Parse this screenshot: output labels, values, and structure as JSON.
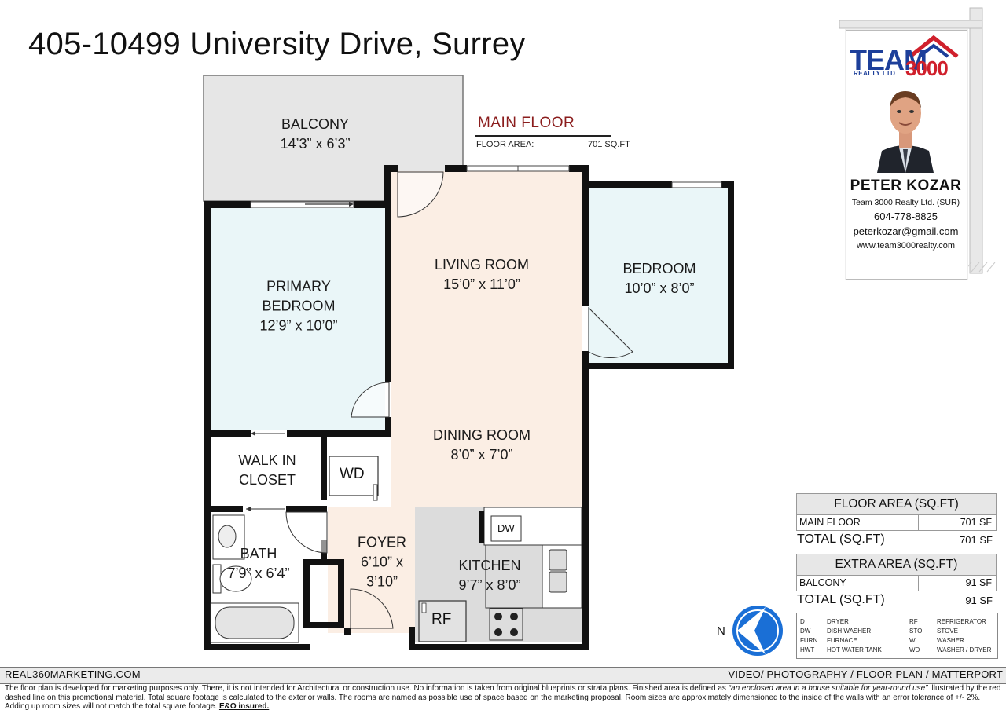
{
  "title": "405-10499 University Drive, Surrey",
  "floor": {
    "name": "MAIN FLOOR",
    "area_label": "FLOOR AREA:",
    "area_value": "701 SQ.FT"
  },
  "rooms": {
    "balcony": {
      "name": "BALCONY",
      "dims": "14’3” x 6’3”"
    },
    "primary_bedroom": {
      "name1": "PRIMARY",
      "name2": "BEDROOM",
      "dims": "12’9” x 10’0”"
    },
    "living_room": {
      "name": "LIVING ROOM",
      "dims": "15’0” x 11’0”"
    },
    "bedroom": {
      "name": "BEDROOM",
      "dims": "10’0” x 8’0”"
    },
    "dining_room": {
      "name": "DINING ROOM",
      "dims": "8’0” x 7’0”"
    },
    "walk_in_closet": {
      "name1": "WALK IN",
      "name2": "CLOSET"
    },
    "bath": {
      "name": "BATH",
      "dims": "7’9” x 6’4”"
    },
    "foyer": {
      "name": "FOYER",
      "dims1": "6’10” x",
      "dims2": "3’10”"
    },
    "kitchen": {
      "name": "KITCHEN",
      "dims": "9’7” x 8’0”"
    }
  },
  "fixtures": {
    "wd": "WD",
    "dw": "DW",
    "rf": "RF"
  },
  "compass": {
    "label": "N"
  },
  "agent": {
    "brand_team": "TEAM",
    "brand_number": "3000",
    "brand_realty": "REALTY LTD",
    "name": "PETER KOZAR",
    "company": "Team 3000 Realty Ltd. (SUR)",
    "phone": "604-778-8825",
    "email": "peterkozar@gmail.com",
    "website": "www.team3000realty.com"
  },
  "floor_area_table": {
    "header": "FLOOR AREA (SQ.FT)",
    "rows": [
      {
        "label": "MAIN FLOOR",
        "value": "701 SF"
      }
    ],
    "total_label": "TOTAL (SQ.FT)",
    "total_value": "701 SF"
  },
  "extra_area_table": {
    "header": "EXTRA AREA (SQ.FT)",
    "rows": [
      {
        "label": "BALCONY",
        "value": "91 SF"
      }
    ],
    "total_label": "TOTAL (SQ.FT)",
    "total_value": "91 SF"
  },
  "legend": [
    {
      "code": "D",
      "meaning": "DRYER"
    },
    {
      "code": "DW",
      "meaning": "DISH WASHER"
    },
    {
      "code": "FURN",
      "meaning": "FURNACE"
    },
    {
      "code": "HWT",
      "meaning": "HOT WATER TANK"
    },
    {
      "code": "RF",
      "meaning": "REFRIGERATOR"
    },
    {
      "code": "STO",
      "meaning": "STOVE"
    },
    {
      "code": "W",
      "meaning": "WASHER"
    },
    {
      "code": "WD",
      "meaning": "WASHER / DRYER"
    }
  ],
  "footer": {
    "left": "REAL360MARKETING.COM",
    "right": "VIDEO/ PHOTOGRAPHY / FLOOR PLAN / MATTERPORT",
    "disclaimer_a": "The floor plan is developed for marketing purposes only. There, it is not intended for Architectural or construction use. No information is  taken from original blueprints or strata plans. Finished area is defined as ",
    "disclaimer_quote": "“an enclosed area in a house suitable for year-round use”",
    "disclaimer_b": " illustrated by the red dashed line on this promotional material. Total square footage is calculated to the exterior walls. The rooms are named as possible use of space based on the marketing proposal. Room sizes are approximately dimensioned to the inside of the walls with an error tolerance of +/- 2%. Adding up room sizes will not match the total square footage. ",
    "disclaimer_eo": "E&O insured."
  },
  "colors": {
    "wall": "#111111",
    "bedroom_fill": "#eaf6f8",
    "living_fill": "#fbeee4",
    "kitchen_fill": "#dcdcdc",
    "balcony_fill": "#e6e6e6",
    "title_red": "#8b1d1d",
    "brand_blue": "#1d3f9a",
    "brand_red": "#d0202c",
    "compass_blue": "#1a6fd6"
  }
}
